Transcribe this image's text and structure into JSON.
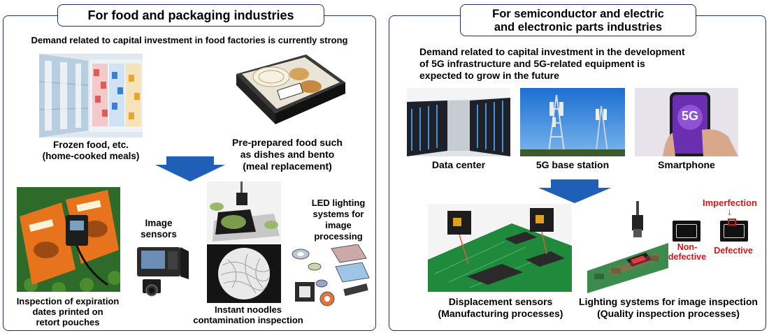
{
  "left": {
    "title": "For food and packaging industries",
    "subtitle": "Demand related to capital investment in food factories is currently strong",
    "frozen_label": [
      "Frozen food, etc.",
      "(home-cooked meals)"
    ],
    "prepared_label": [
      "Pre-prepared food such",
      "as dishes and bento",
      "(meal replacement)"
    ],
    "retort_label": [
      "Inspection of expiration",
      "dates printed on",
      "retort pouches"
    ],
    "image_sensors_label": [
      "Image",
      "sensors"
    ],
    "noodles_label": [
      "Instant noodles",
      "contamination inspection"
    ],
    "led_label": [
      "LED lighting",
      "systems for",
      "image",
      "processing"
    ]
  },
  "right": {
    "title": [
      "For semiconductor and electric",
      "and electronic parts industries"
    ],
    "subtitle": [
      "Demand related to capital investment in the development",
      "of 5G infrastructure and 5G-related equipment is",
      "expected to grow in the future"
    ],
    "datacenter_label": "Data center",
    "basestation_label": "5G base station",
    "smartphone_label": "Smartphone",
    "phone_text": "5G",
    "displacement_label": [
      "Displacement sensors",
      "(Manufacturing processes)"
    ],
    "lighting_label": [
      "Lighting systems for image inspection",
      "(Quality inspection processes)"
    ],
    "imperfection_label": "Imperfection",
    "nondefective_label": [
      "Non-",
      "defective"
    ],
    "defective_label": "Defective"
  },
  "colors": {
    "border": "#1d2f6b",
    "arrow": "#1f5fb8",
    "red": "#d01818"
  }
}
